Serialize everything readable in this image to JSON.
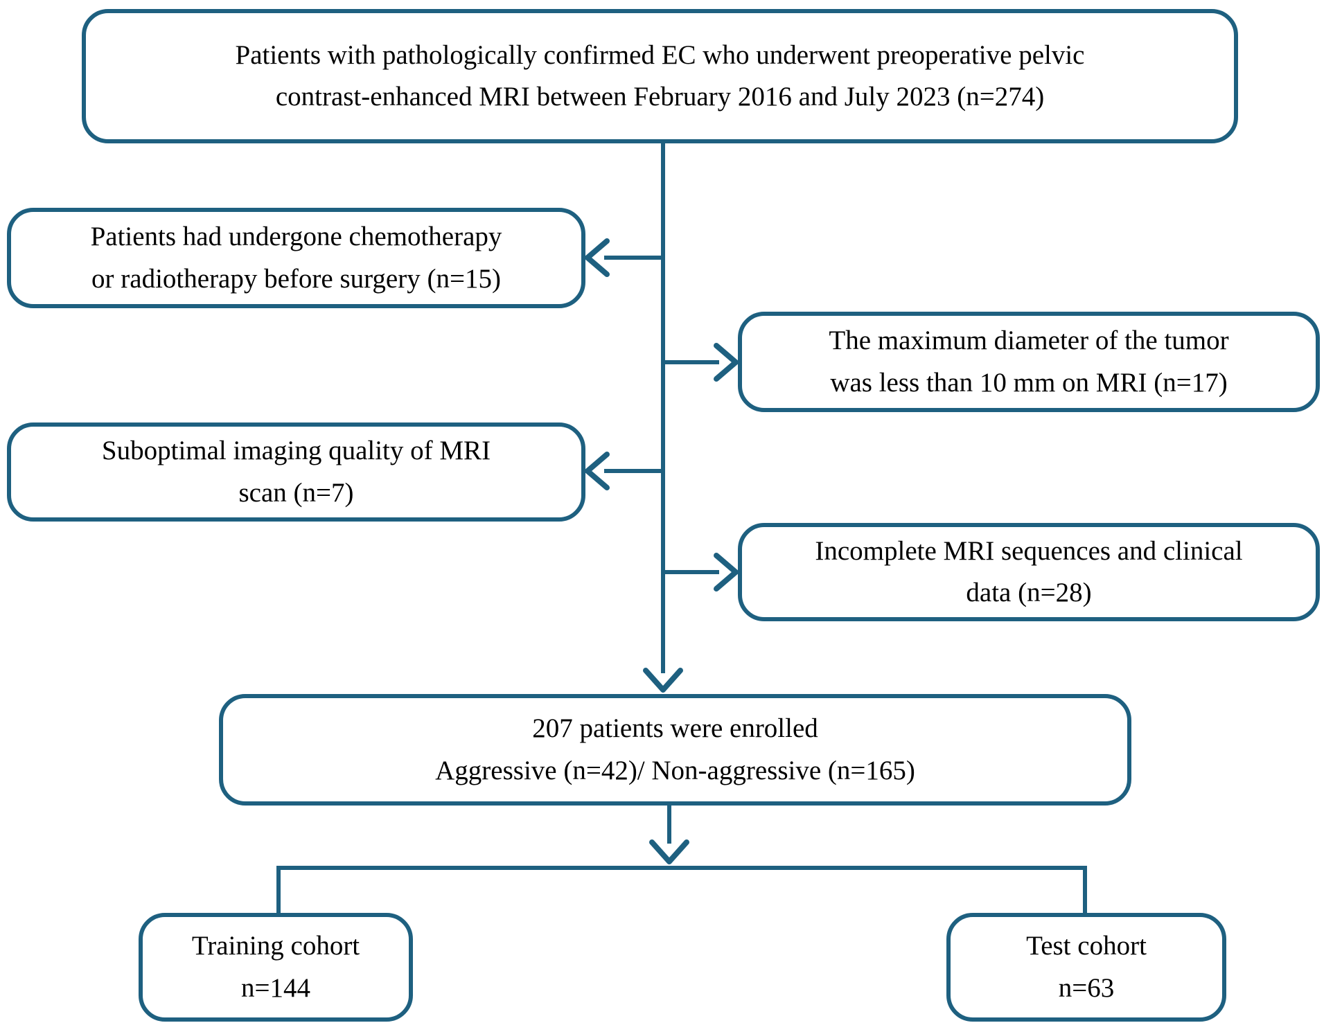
{
  "colors": {
    "accent": "#1e6080",
    "text": "#000000",
    "background": "#ffffff"
  },
  "nodes": {
    "initial": {
      "line1": "Patients with pathologically confirmed EC who underwent preoperative pelvic",
      "line2": "contrast-enhanced MRI between February 2016 and July 2023 (n=274)"
    },
    "excluded_chemo": {
      "line1": "Patients had undergone chemotherapy",
      "line2": "or radiotherapy before surgery (n=15)"
    },
    "excluded_diameter": {
      "line1": "The maximum diameter of the tumor",
      "line2": "was less than 10 mm on MRI (n=17)"
    },
    "excluded_quality": {
      "line1": "Suboptimal imaging quality of MRI",
      "line2": "scan (n=7)"
    },
    "excluded_incomplete": {
      "line1": "Incomplete MRI sequences and clinical",
      "line2": "data (n=28)"
    },
    "enrolled": {
      "line1": "207 patients were enrolled",
      "line2": "Aggressive (n=42)/ Non-aggressive (n=165)"
    },
    "training": {
      "line1": "Training cohort",
      "line2": "n=144"
    },
    "test": {
      "line1": "Test cohort",
      "line2": "n=63"
    }
  }
}
